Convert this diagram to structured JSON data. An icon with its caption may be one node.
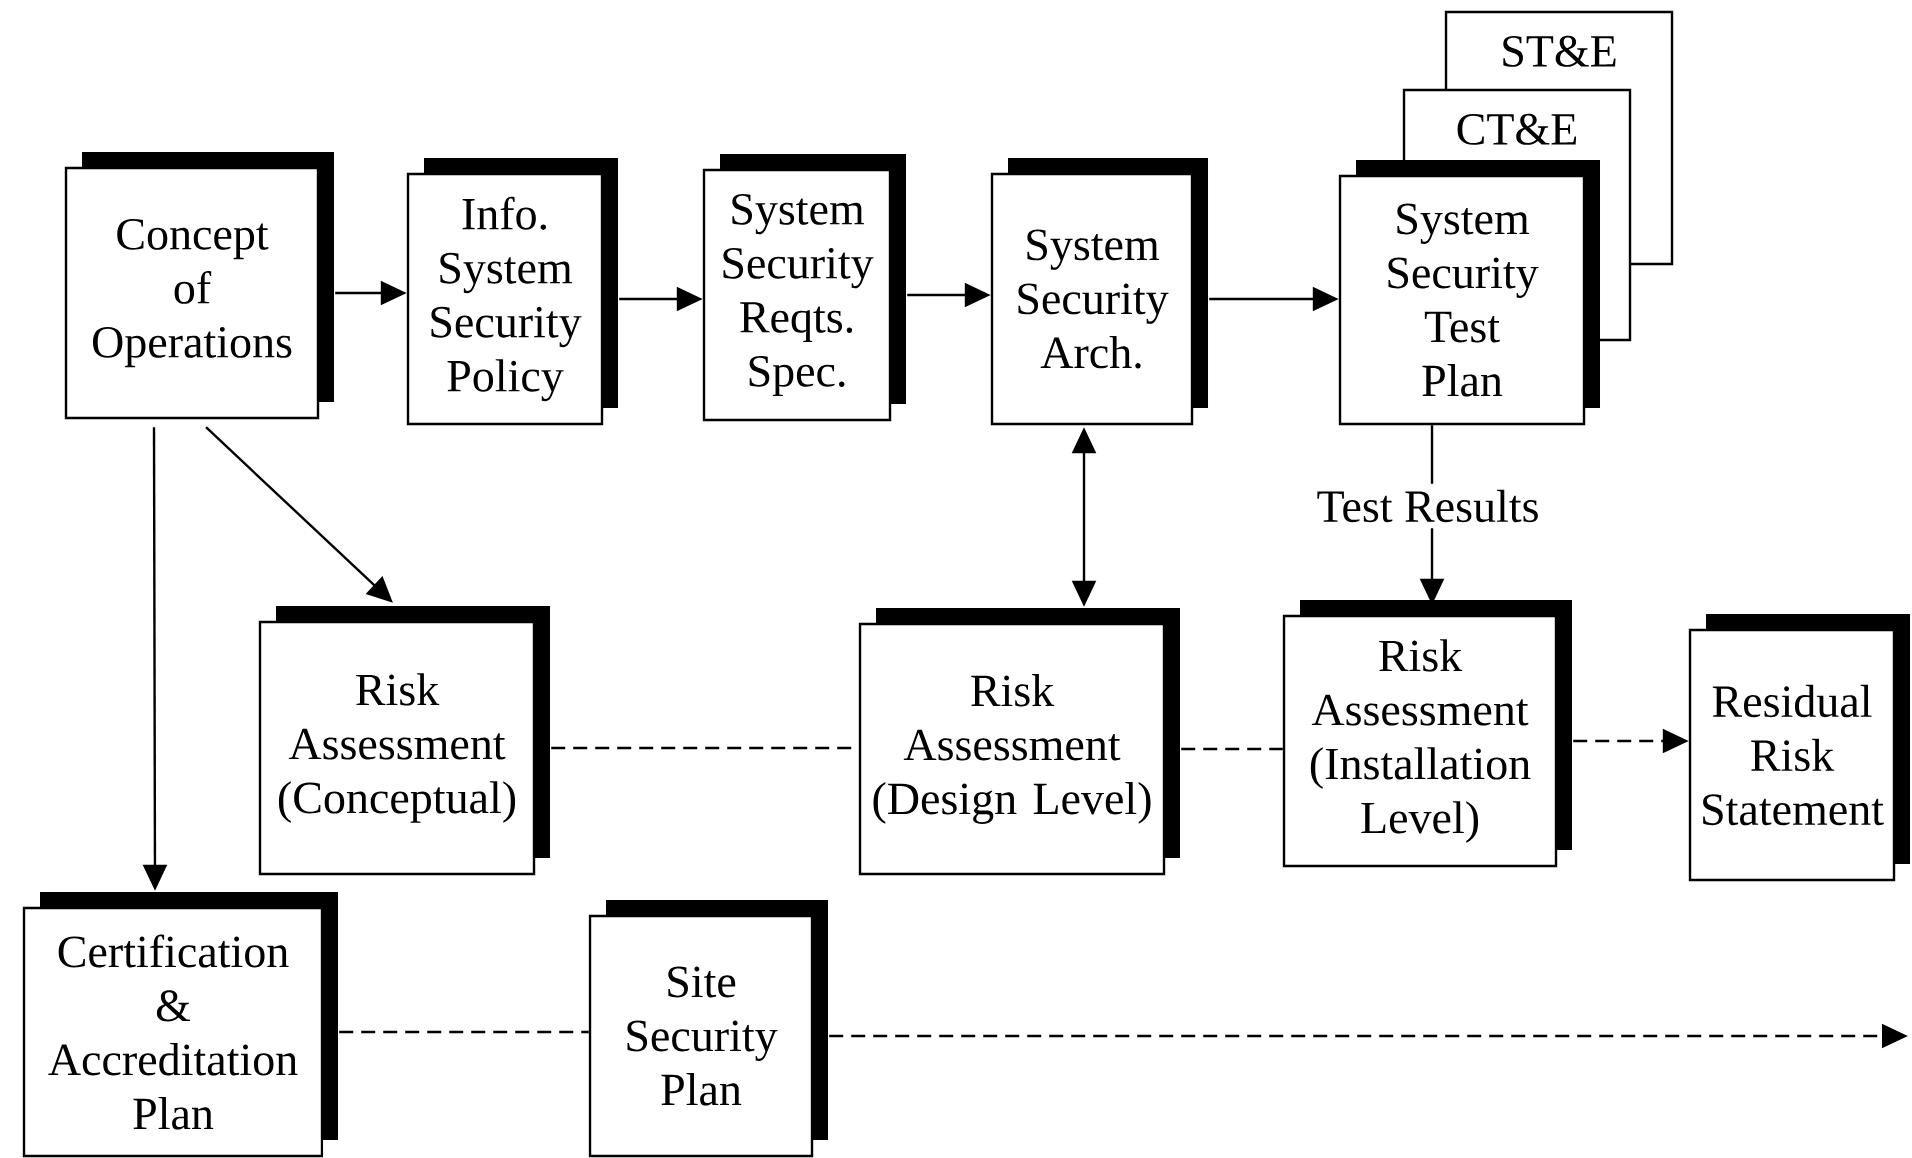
{
  "diagram": {
    "nodes": [
      {
        "text": [
          "Concept of Operations"
        ]
      },
      {
        "text": [
          "Info. System Security Policy"
        ]
      },
      {
        "text": [
          "System Security Reqts. Spec."
        ]
      },
      {
        "text": [
          "System Security Arch."
        ]
      },
      {
        "text": [
          "ST&E"
        ]
      },
      {
        "text": [
          "CT&E"
        ]
      },
      {
        "text": [
          "System Security Test Plan"
        ]
      },
      {
        "text": [
          "Risk Assessment (Conceptual)"
        ]
      },
      {
        "text": [
          "Risk Assessment (Design Level)"
        ]
      },
      {
        "text": [
          "Risk Assessment (Installation Level)"
        ]
      },
      {
        "text": [
          "Residual Risk Statement"
        ]
      },
      {
        "text": [
          "Certification & Accreditation Plan"
        ]
      },
      {
        "text": [
          "Site Security Plan"
        ]
      }
    ],
    "edges": [
      {
        "from": 0,
        "to": 1,
        "arrow": "to"
      },
      {
        "from": 1,
        "to": 2,
        "arrow": "to"
      },
      {
        "from": 2,
        "to": 3,
        "arrow": "to"
      },
      {
        "from": 3,
        "to": 6,
        "arrow": "to"
      },
      {
        "from": 0,
        "to": 7,
        "arrow": "to"
      },
      {
        "from": 0,
        "to": 11,
        "arrow": "to"
      },
      {
        "from": 3,
        "to": 8,
        "arrow": "both"
      },
      {
        "from": 6,
        "to": 9,
        "arrow": "to",
        "label": "Test Results"
      },
      {
        "from": 7,
        "to": 8,
        "arrow": "none",
        "style": "dashed"
      },
      {
        "from": 8,
        "to": 9,
        "arrow": "none",
        "style": "dashed"
      },
      {
        "from": 9,
        "to": 10,
        "arrow": "to",
        "style": "dashed"
      },
      {
        "from": 11,
        "to": 12,
        "arrow": "none",
        "style": "dashed"
      },
      {
        "from": 12,
        "to": null,
        "arrow": "to",
        "style": "dashed"
      }
    ]
  }
}
